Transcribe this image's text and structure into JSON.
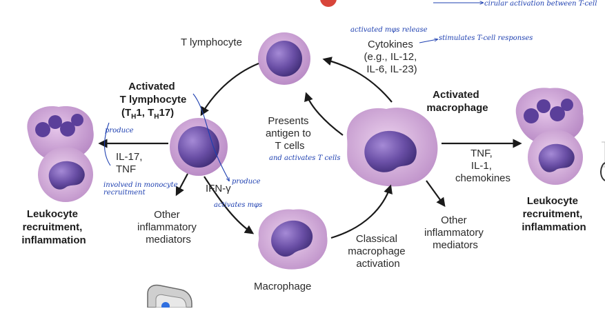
{
  "labels": {
    "t_lymphocyte": "T lymphocyte",
    "cytokines": [
      "Cytokines",
      "(e.g., IL-12,",
      "IL-6,  IL-23)"
    ],
    "activated_t": [
      "Activated",
      "T lymphocyte"
    ],
    "activated_t_subsets": {
      "open": "(T",
      "h1": "H",
      "mid": "1, T",
      "h2": "H",
      "close": "17)"
    },
    "activated_macrophage": [
      "Activated",
      "macrophage"
    ],
    "presents_antigen": [
      "Presents",
      "antigen to",
      "T cells"
    ],
    "il17_tnf": [
      "IL-17,",
      "TNF"
    ],
    "ifn_gamma": "IFN-γ",
    "tnf_il1": [
      "TNF,",
      "IL-1,",
      "chemokines"
    ],
    "other_left": [
      "Other",
      "inflammatory",
      "mediators"
    ],
    "other_right": [
      "Other",
      "inflammatory",
      "mediators"
    ],
    "leukocyte_left": [
      "Leukocyte",
      "recruitment,",
      "inflammation"
    ],
    "leukocyte_right": [
      "Leukocyte",
      "recruitment,",
      "inflammation"
    ],
    "classical": [
      "Classical",
      "macrophage",
      "activation"
    ],
    "macrophage": "Macrophage"
  },
  "annotations": {
    "top_right": "cirular activation between T-cell",
    "activated_release": "activated mφs release",
    "stimulates": "stimulates T-cell responses",
    "produce_1": "produce",
    "involved": [
      "involved in monocyte",
      "recruitment"
    ],
    "produce_2": "produce",
    "activates": "activates mφs",
    "and_activates": "and activates T cells"
  },
  "colors": {
    "cell_body": "#b98ac4",
    "nucleus": "#6a4fa6",
    "arrow": "#1a1a1a",
    "handwriting": "#1d3fb0"
  }
}
